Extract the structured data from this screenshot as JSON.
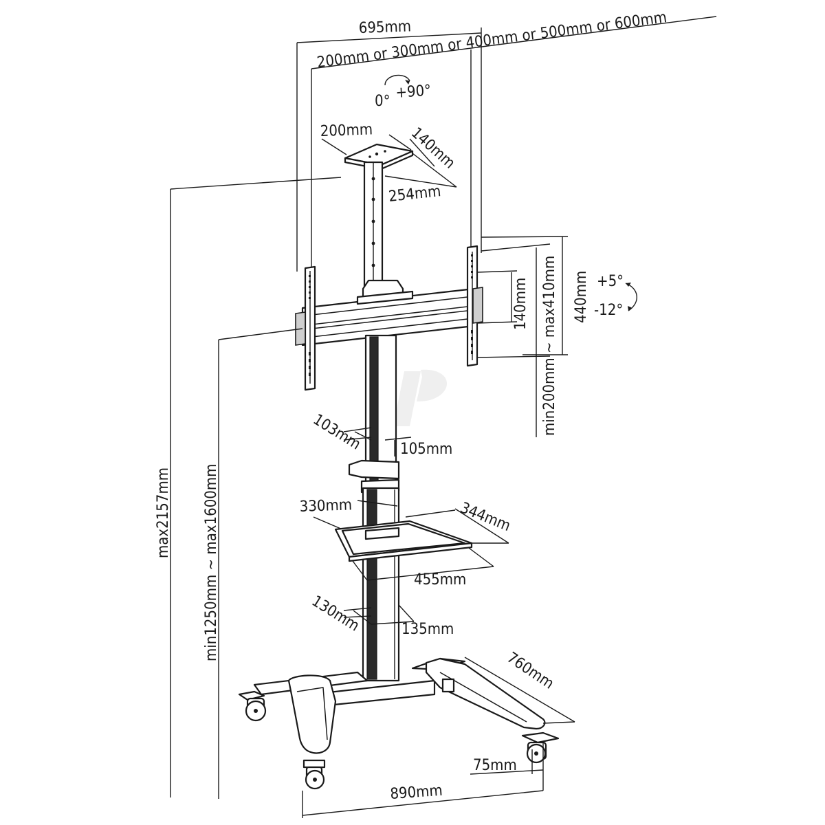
{
  "figure": {
    "labels": {
      "overall_width": "695mm",
      "vesa_options": "200mm or 300mm or 400mm or 500mm or 600mm",
      "rotation_0": "0°",
      "rotation_90": "+90°",
      "tray_top_w": "200mm",
      "tray_top_d": "140mm",
      "tray_top_len": "254mm",
      "bracket_h": "140mm",
      "vesa_v": "min200mm ~ max410mm",
      "bracket_total_h": "440mm",
      "tilt_up": "+5°",
      "tilt_down": "-12°",
      "max_height": "max2157mm",
      "center_height": "min1250mm ~ max1600mm",
      "inner_pole_d": "103mm",
      "inner_pole_w": "105mm",
      "shelf_w_back": "330mm",
      "shelf_d": "344mm",
      "shelf_w_front": "455mm",
      "outer_pole_d": "130mm",
      "outer_pole_w": "135mm",
      "base_depth": "760mm",
      "caster_offset": "75mm",
      "base_width": "890mm"
    }
  }
}
